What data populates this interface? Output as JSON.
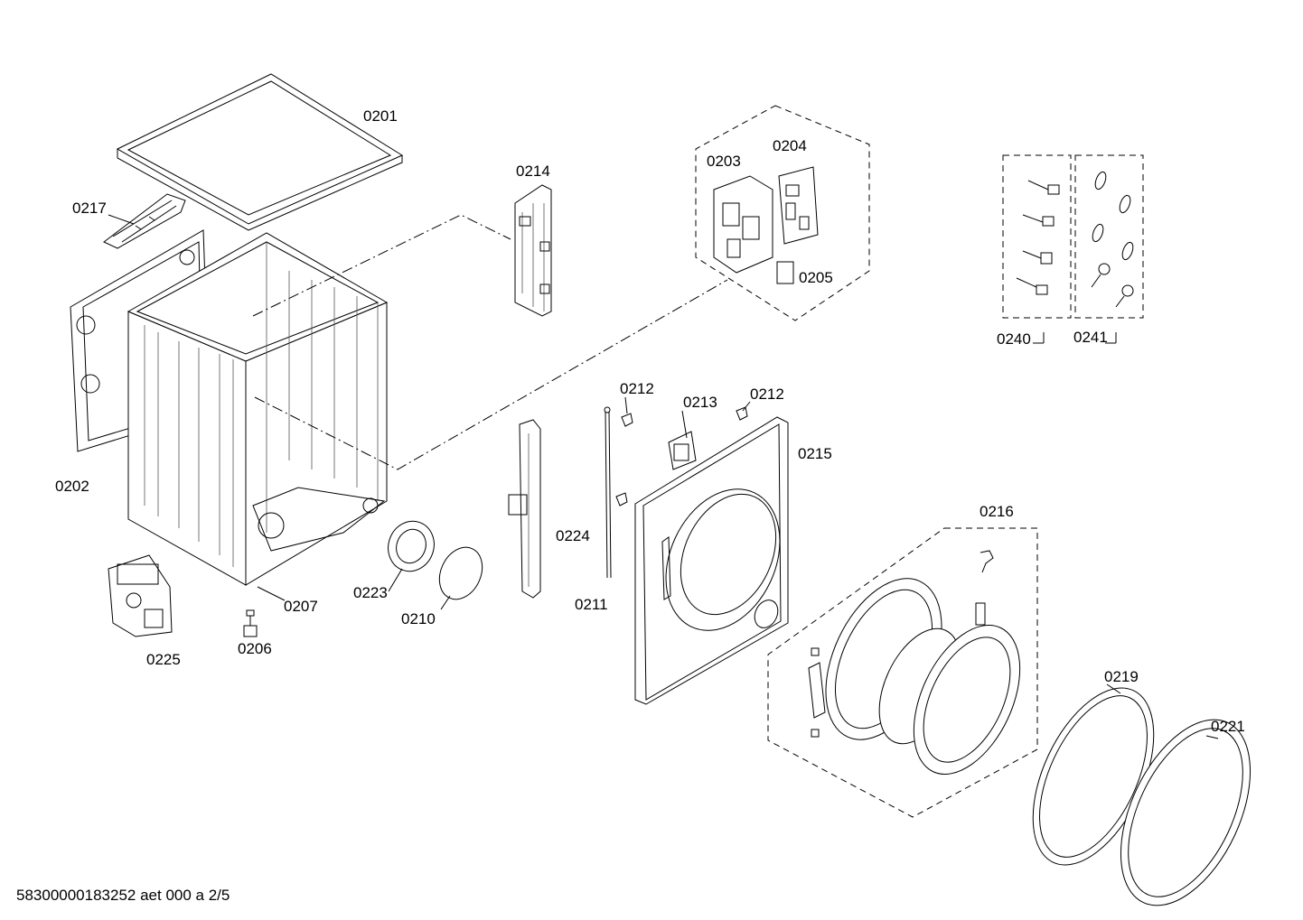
{
  "diagram": {
    "part_numbers": {
      "p0201": "0201",
      "p0202": "0202",
      "p0203": "0203",
      "p0204": "0204",
      "p0205": "0205",
      "p0206": "0206",
      "p0207": "0207",
      "p0210": "0210",
      "p0211": "0211",
      "p0212a": "0212",
      "p0212b": "0212",
      "p0213": "0213",
      "p0214": "0214",
      "p0215": "0215",
      "p0216": "0216",
      "p0217": "0217",
      "p0219": "0219",
      "p0221": "0221",
      "p0223": "0223",
      "p0224": "0224",
      "p0225": "0225",
      "p0240": "0240",
      "p0241": "0241"
    },
    "footer": "58300000183252 aet 000 a 2/5"
  }
}
